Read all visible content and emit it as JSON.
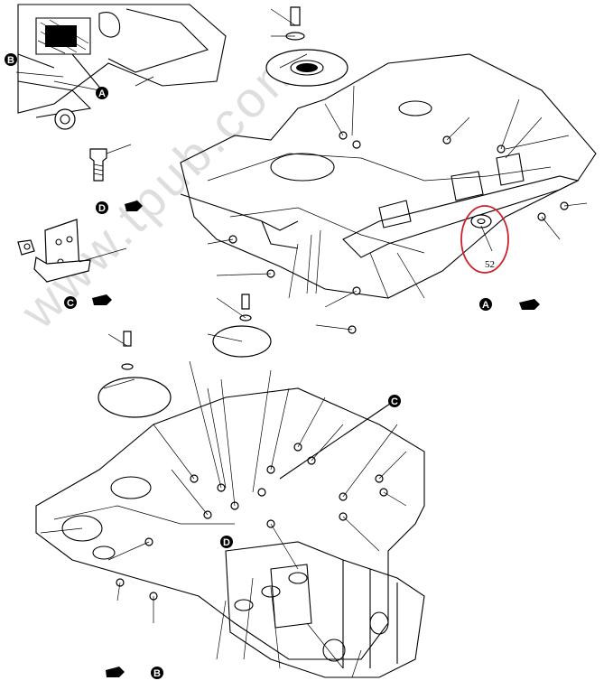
{
  "watermark": "www.tpub.com",
  "highlight": {
    "number": "52",
    "color": "#d0202a"
  },
  "views": [
    {
      "letter": "A"
    },
    {
      "letter": "B"
    },
    {
      "letter": "C"
    },
    {
      "letter": "D"
    }
  ],
  "callout_letters": {
    "top_left_b": "B",
    "top_left_a": "A",
    "detail_d": "D",
    "detail_c": "C",
    "view_a": "A",
    "lower_c": "C",
    "lower_d": "D",
    "view_b": "B"
  }
}
